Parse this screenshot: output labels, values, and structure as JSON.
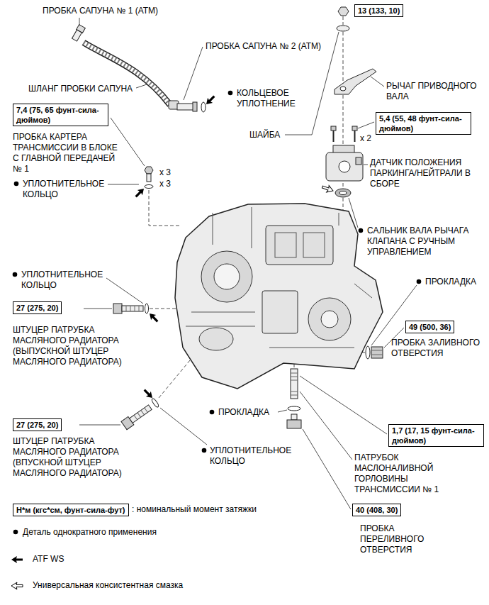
{
  "diagram": {
    "nodes": [
      {
        "text": [
          "13 (133, 10)"
        ]
      },
      {
        "text": [
          "7,4 (75, 65 фунт-сила-дюймов)"
        ]
      },
      {
        "text": [
          "5,4 (55, 48 фунт-сила-дюймов)"
        ]
      },
      {
        "text": [
          "27 (275, 20)"
        ]
      },
      {
        "text": [
          "49 (500, 36)"
        ]
      },
      {
        "text": [
          "27 (275, 20)"
        ]
      },
      {
        "text": [
          "1,7 (17, 15 фунт-сила-дюймов)"
        ]
      },
      {
        "text": [
          "40 (408, 30)"
        ]
      },
      {
        "text": [
          "Н*м (кгс*см, фунт-сила-фут)"
        ]
      }
    ],
    "labels": [
      "ПРОБКА САПУНА № 1 (ATM)",
      "ПРОБКА САПУНА № 2 (ATM)",
      "ШЛАНГ ПРОБКИ САПУНА",
      "КОЛЬЦЕВОЕ УПЛОТНЕНИЕ",
      "ШАЙБА",
      "РЫЧАГ ПРИВОДНОГО ВАЛА",
      "ПРОБКА КАРТЕРА ТРАНСМИССИИ В БЛОКЕ С ГЛАВНОЙ ПЕРЕДАЧЕЙ № 1",
      "x 3",
      "УПЛОТНИТЕЛЬНОЕ КОЛЬЦО",
      "x 3",
      "x 2",
      "ДАТЧИК ПОЛОЖЕНИЯ ПАРКИНГА/НЕЙТРАЛИ В СБОРЕ",
      "САЛЬНИК ВАЛА РЫЧАГА КЛАПАНА С РУЧНЫМ УПРАВЛЕНИЕМ",
      "УПЛОТНИТЕЛЬНОЕ КОЛЬЦО",
      "ПРОКЛАДКА",
      "ШТУЦЕР ПАТРУБКА МАСЛЯНОГО РАДИАТОРА (ВЫПУСКНОЙ ШТУЦЕР МАСЛЯНОГО РАДИАТОРА)",
      "ПРОБКА ЗАЛИВНОГО ОТВЕРСТИЯ",
      "ПРОКЛАДКА",
      "ШТУЦЕР ПАТРУБКА МАСЛЯНОГО РАДИАТОРА (ВПУСКНОЙ ШТУЦЕР МАСЛЯНОГО РАДИАТОРА)",
      "УПЛОТНИТЕЛЬНОЕ КОЛЬЦО",
      "ПАТРУБОК МАСЛОНАЛИВНОЙ ГОРЛОВИНЫ ТРАНСМИССИИ № 1",
      "ПРОБКА ПЕРЕЛИВНОГО ОТВЕРСТИЯ"
    ],
    "legend": [
      {
        "text": ": номинальный момент затяжки"
      },
      {
        "text": "Деталь однократного применения"
      },
      {
        "text": "ATF WS"
      },
      {
        "text": "Универсальная консистентная смазка"
      }
    ]
  }
}
